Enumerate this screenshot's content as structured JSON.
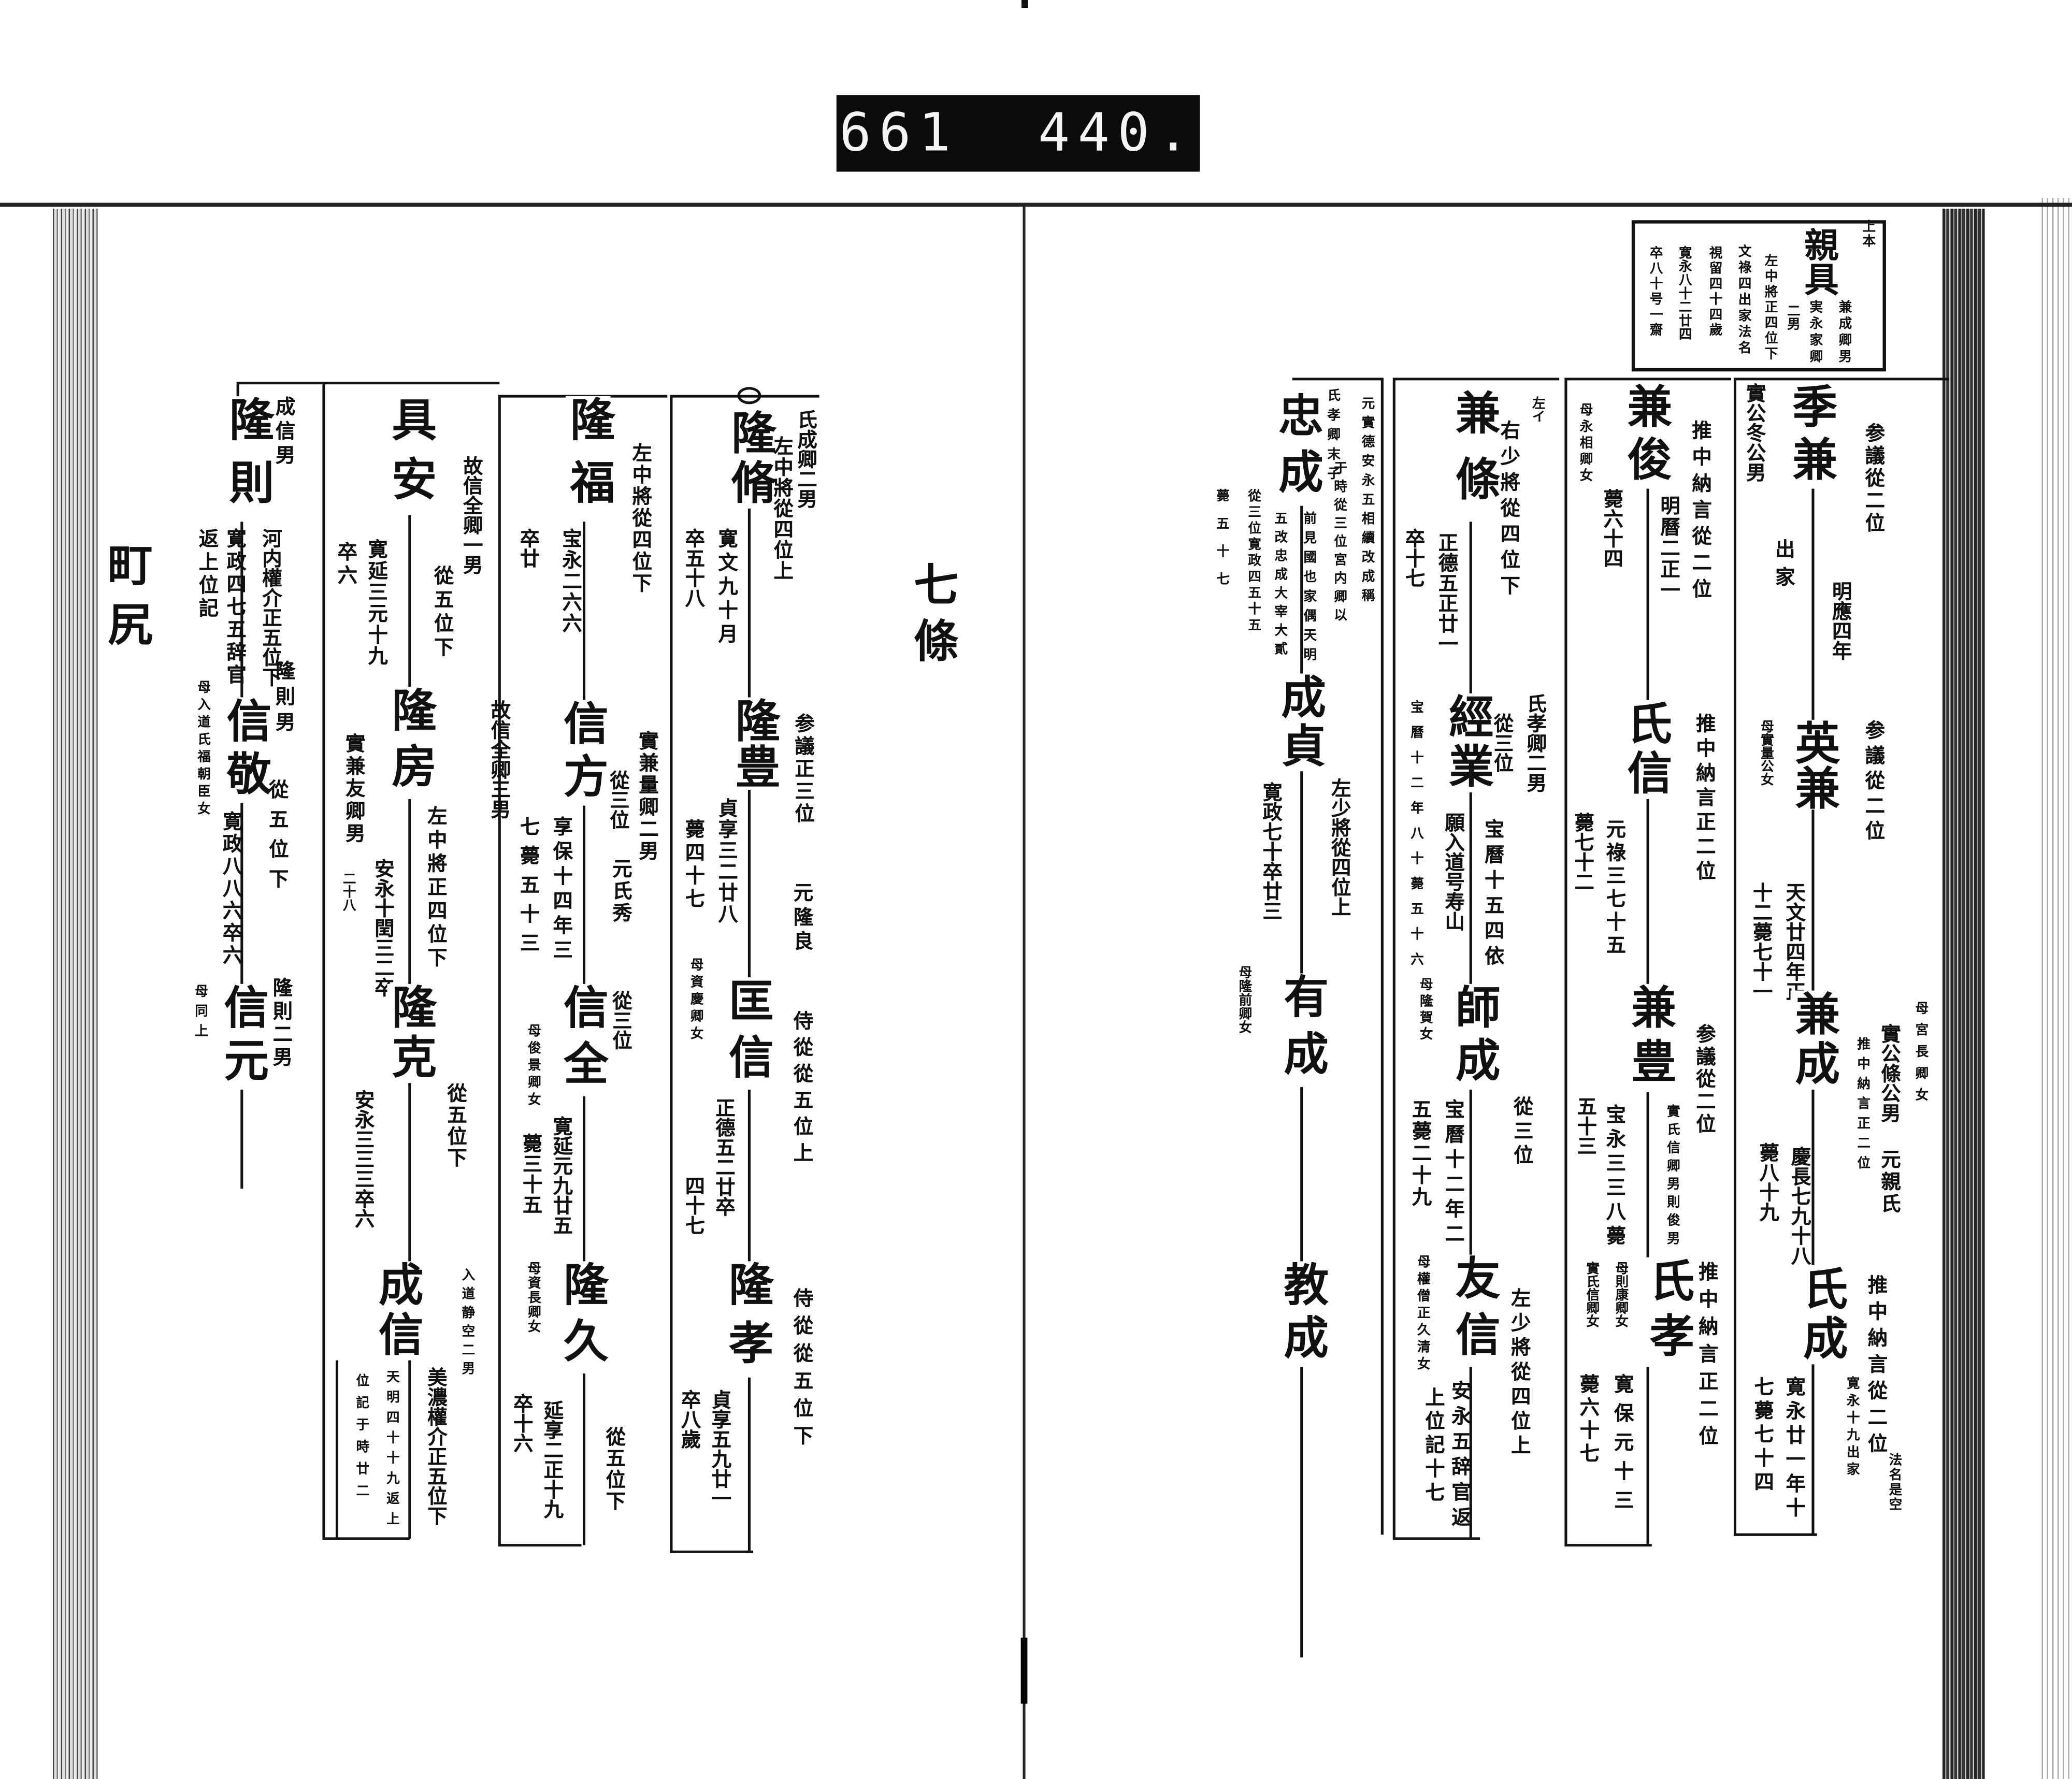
{
  "catalog_label": "661  440.",
  "right_page": {
    "box": {
      "mark": "上本",
      "name": "親具",
      "notes": [
        "兼成卿男",
        "実永家卿",
        "二男",
        "左中將正四位下",
        "文祿四出家法名",
        "視留四十四歲",
        "寛永八十二廿四",
        "卒八十号一齋"
      ]
    },
    "columns": [
      {
        "persons": [
          {
            "name": "季兼",
            "rank": "参議從二位",
            "notes": [
              "明應四年",
              "出家",
              "實公冬公男"
            ]
          },
          {
            "name": "英兼",
            "rank": "参議從二位",
            "notes": [
              "母實量公女",
              "天文廿四年正",
              "十二薨七十一"
            ]
          },
          {
            "name": "兼成",
            "notes": [
              "母宮長卿女",
              "實公條公男",
              "元親氏",
              "推中納言正二位",
              "慶長七九十八",
              "薨八十九"
            ]
          },
          {
            "name": "氏成",
            "rank": "推中納言從二位",
            "notes": [
              "寛永十九出家",
              "法名是空",
              "寛永廿一年十",
              "七薨七十四"
            ]
          }
        ]
      },
      {
        "persons": [
          {
            "name": "兼俊",
            "rank": "推中納言從二位",
            "notes": [
              "明曆二正一",
              "薨六十四",
              "母永相卿女"
            ]
          },
          {
            "name": "氏信",
            "rank": "推中納言正二位",
            "notes": [
              "元祿三七十五",
              "薨七十二"
            ]
          },
          {
            "name": "兼豊",
            "rank": "参議從二位",
            "notes": [
              "實氏信卿男則俊男",
              "宝永三三八薨",
              "五十三"
            ]
          },
          {
            "name": "氏孝",
            "rank": "推中納言正二位",
            "notes": [
              "母則康卿女",
              "實氏信卿女",
              "寛保元十三",
              "薨六十七"
            ]
          }
        ]
      },
      {
        "persons": [
          {
            "name": "兼條",
            "rank": "右少將從四位下",
            "alt": "左イ",
            "notes": [
              "正德五正廿一",
              "卒十七"
            ]
          },
          {
            "name": "經業",
            "rank": "從三位",
            "notes": [
              "氏孝卿二男",
              "宝曆十五四依",
              "願入道号寿山",
              "宝曆十二年八十薨五十六"
            ]
          },
          {
            "name": "師成",
            "rank": "從三位",
            "notes": [
              "母隆賀女",
              "宝曆十二年二",
              "五薨二十九"
            ]
          },
          {
            "name": "友信",
            "rank": "左少將從四位上",
            "notes": [
              "安永五辞官返",
              "上位記十七",
              "母權僧正久清女"
            ]
          }
        ]
      },
      {
        "persons": [
          {
            "name": "忠成",
            "notes": [
              "元實德安永五相續改成稱",
              "氏孝卿末子",
              "于時從三位宮内卿以",
              "前見國也家偶天明",
              "五改忠成大宰大貳",
              "從三位寛政四五十五",
              "薨五十七"
            ]
          },
          {
            "name": "成貞",
            "rank": "左少將從四位上",
            "notes": [
              "寛政七十卒廿三",
              "母隆前卿女"
            ]
          },
          {
            "name": "有成",
            "notes": []
          },
          {
            "name": "教成",
            "notes": []
          }
        ]
      }
    ]
  },
  "left_page": {
    "title": "七條",
    "family": "町尻",
    "columns": [
      {
        "persons": [
          {
            "name": "隆脩",
            "notes": [
              "氏成卿二男",
              "左中將從四位上",
              "寛文九十月",
              "卒五十八"
            ]
          },
          {
            "name": "隆豊",
            "rank": "参議正三位",
            "notes": [
              "元隆良",
              "貞享三二廿八",
              "薨四十七"
            ]
          },
          {
            "name": "匡信",
            "rank": "侍從從五位上",
            "notes": [
              "正德五二廿卒",
              "母資慶卿女",
              "四十七"
            ]
          },
          {
            "name": "隆孝",
            "rank": "侍從從五位下",
            "notes": [
              "貞享五九廿一",
              "卒八歲"
            ]
          }
        ]
      },
      {
        "persons": [
          {
            "name": "隆福",
            "rank": "左中將從四位下",
            "notes": [
              "宝永二六六",
              "卒廿"
            ]
          },
          {
            "name": "信方",
            "rank": "從三位",
            "notes": [
              "實兼量卿二男",
              "元氏秀",
              "享保十四年三",
              "七薨五十三"
            ]
          },
          {
            "name": "信全",
            "rank": "從三位",
            "notes": [
              "寛延元九廿五",
              "母俊景卿女",
              "薨三十五"
            ]
          },
          {
            "name": "隆久",
            "rank": "從五位下",
            "notes": [
              "延享二正十九",
              "母資長卿女",
              "卒十六"
            ]
          }
        ]
      },
      {
        "persons": [
          {
            "name": "具安",
            "rank": "從五位下",
            "notes": [
              "故信全卿一男",
              "寛延三元十九",
              "卒六"
            ]
          },
          {
            "name": "隆房",
            "rank": "左中將正四位下",
            "notes": [
              "故信全卿三男",
              "實兼友卿男",
              "二十八",
              "安永十閏三二卒"
            ]
          },
          {
            "name": "隆克",
            "rank": "從五位下",
            "notes": [
              "安永三三三卒六"
            ]
          },
          {
            "name": "成信",
            "rank": "美濃權介正五位下",
            "notes": [
              "入道静空二男",
              "天明四十十九返上",
              "位記于時廿二"
            ]
          }
        ]
      },
      {
        "persons": [
          {
            "name": "隆則",
            "rank": "河内權介正五位下",
            "notes": [
              "成信男",
              "寛政四七五辞官",
              "返上位記"
            ]
          },
          {
            "name": "信敬",
            "rank": "從五位下",
            "notes": [
              "隆則男",
              "寛政八八六卒六",
              "母入道氏福朝臣女"
            ]
          },
          {
            "name": "信元",
            "notes": [
              "隆則二男",
              "母同上"
            ]
          }
        ]
      }
    ]
  }
}
